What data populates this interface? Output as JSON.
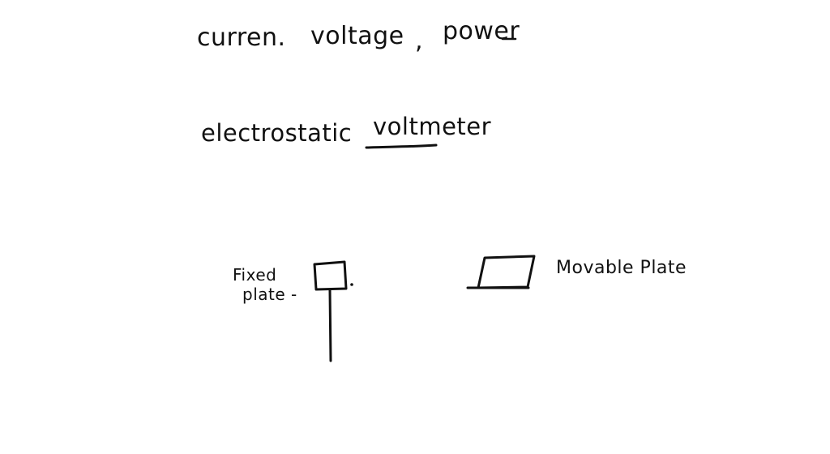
{
  "heading": {
    "current": "curren.",
    "voltage": "voltage",
    "comma": ",",
    "power": "power"
  },
  "subheading": {
    "electrostatic": "electrostatic",
    "voltmeter": "voltmeter"
  },
  "diagram": {
    "fixed_plate_line1": "Fixed",
    "fixed_plate_line2": "plate -",
    "movable_plate": "Movable Plate"
  },
  "colors": {
    "ink": "#111111",
    "background": "#ffffff"
  }
}
